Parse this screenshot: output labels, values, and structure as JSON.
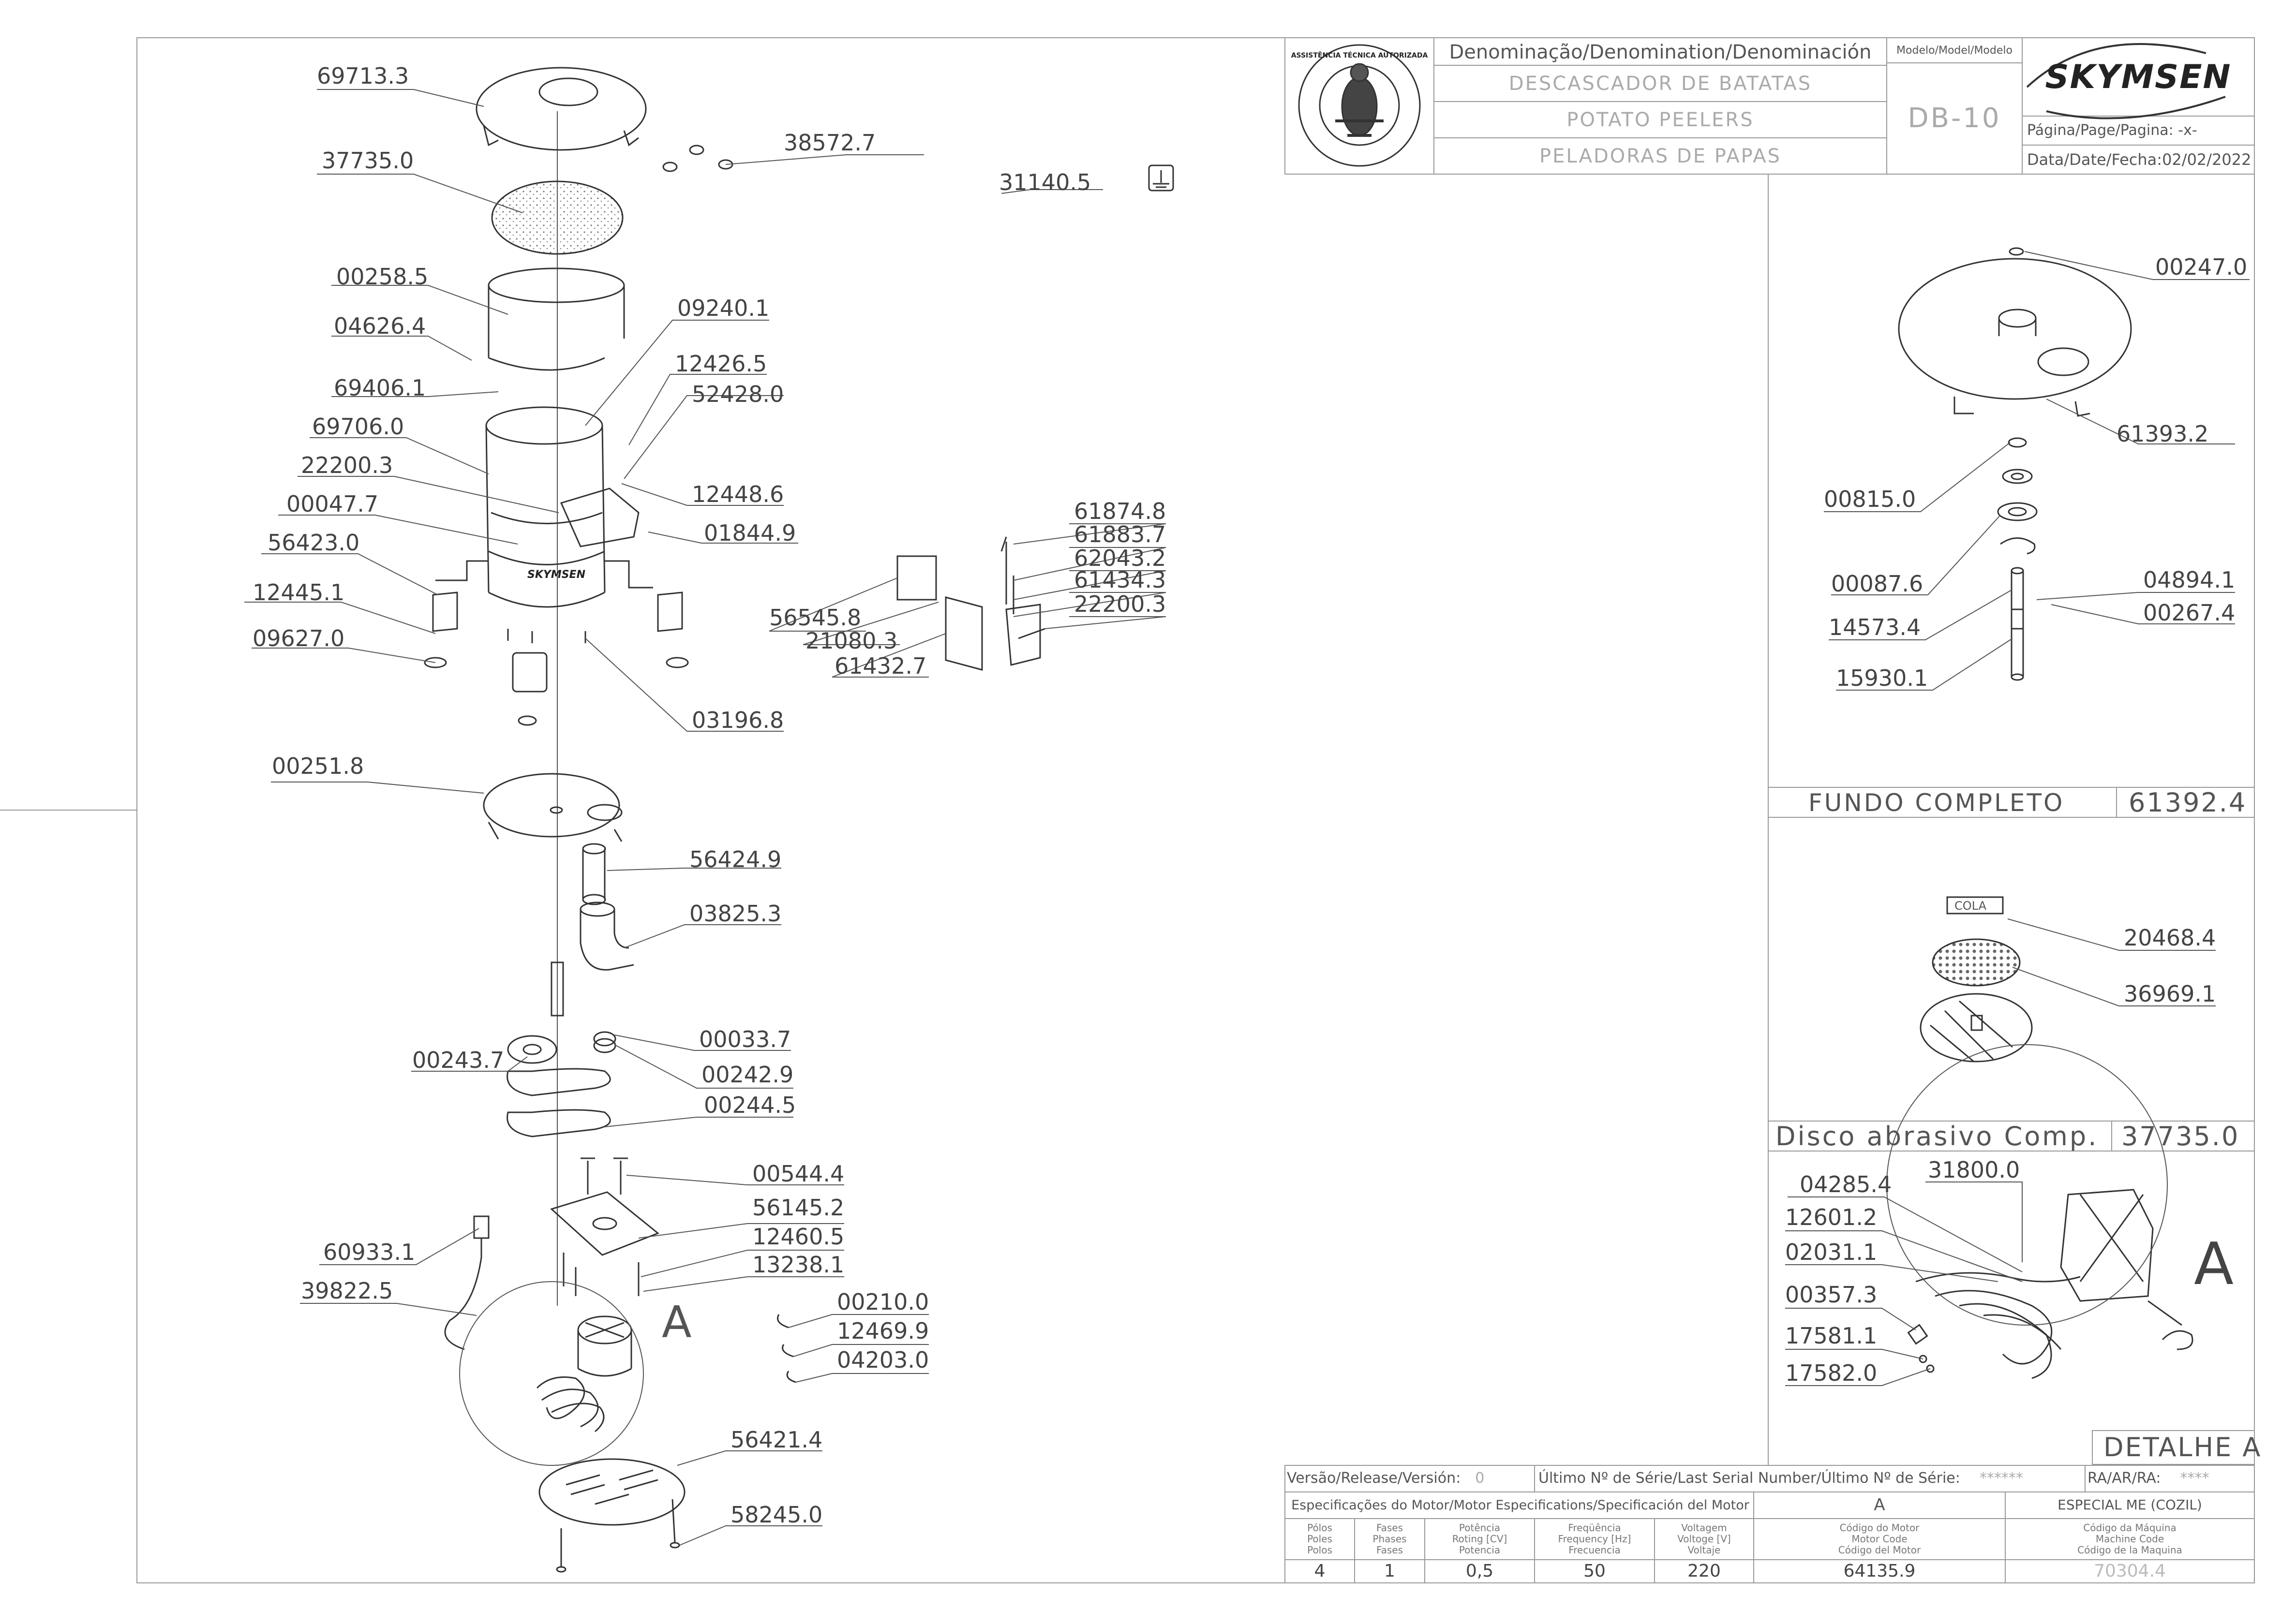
{
  "title_block": {
    "denomination_label": "Denominação/Denomination/Denominación",
    "names": [
      "DESCASCADOR DE BATATAS",
      "POTATO PEELERS",
      "PELADORAS DE PAPAS"
    ],
    "model_label": "Modelo/Model/Modelo",
    "model": "DB-10",
    "brand": "SKYMSEN",
    "page_label": "Página/Page/Pagina: -x-",
    "date_label": "Data/Date/Fecha:",
    "date": "02/02/2022",
    "seal_text": "ASSISTÊNCIA TÉCNICA AUTORIZADA"
  },
  "main_parts": [
    {
      "code": "69713.3"
    },
    {
      "code": "37735.0"
    },
    {
      "code": "38572.7"
    },
    {
      "code": "31140.5"
    },
    {
      "code": "00258.5"
    },
    {
      "code": "04626.4"
    },
    {
      "code": "09240.1"
    },
    {
      "code": "69406.1"
    },
    {
      "code": "12426.5"
    },
    {
      "code": "52428.0"
    },
    {
      "code": "69706.0"
    },
    {
      "code": "22200.3"
    },
    {
      "code": "12448.6"
    },
    {
      "code": "00047.7"
    },
    {
      "code": "01844.9"
    },
    {
      "code": "56423.0"
    },
    {
      "code": "12445.1"
    },
    {
      "code": "09627.0"
    },
    {
      "code": "03196.8"
    },
    {
      "code": "00251.8"
    },
    {
      "code": "56424.9"
    },
    {
      "code": "03825.3"
    },
    {
      "code": "00033.7"
    },
    {
      "code": "00243.7"
    },
    {
      "code": "00242.9"
    },
    {
      "code": "00244.5"
    },
    {
      "code": "00544.4"
    },
    {
      "code": "56145.2"
    },
    {
      "code": "12460.5"
    },
    {
      "code": "60933.1"
    },
    {
      "code": "13238.1"
    },
    {
      "code": "39822.5"
    },
    {
      "code": "00210.0"
    },
    {
      "code": "12469.9"
    },
    {
      "code": "04203.0"
    },
    {
      "code": "56421.4"
    },
    {
      "code": "58245.0"
    },
    {
      "code": "61874.8"
    },
    {
      "code": "61883.7"
    },
    {
      "code": "62043.2"
    },
    {
      "code": "61434.3"
    },
    {
      "code": "56545.8"
    },
    {
      "code": "22200.3"
    },
    {
      "code": "21080.3"
    },
    {
      "code": "61432.7"
    }
  ],
  "fundo": {
    "parts": [
      {
        "code": "00247.0"
      },
      {
        "code": "61393.2"
      },
      {
        "code": "00815.0"
      },
      {
        "code": "00087.6"
      },
      {
        "code": "04894.1"
      },
      {
        "code": "00267.4"
      },
      {
        "code": "14573.4"
      },
      {
        "code": "15930.1"
      }
    ],
    "title": "FUNDO COMPLETO",
    "code": "61392.4"
  },
  "disco": {
    "cola": "COLA",
    "parts": [
      {
        "code": "20468.4"
      },
      {
        "code": "36969.1"
      }
    ],
    "title": "Disco abrasivo Comp.",
    "code": "37735.0"
  },
  "detalhe": {
    "parts": [
      {
        "code": "31800.0"
      },
      {
        "code": "04285.4"
      },
      {
        "code": "12601.2"
      },
      {
        "code": "02031.1"
      },
      {
        "code": "00357.3"
      },
      {
        "code": "17581.1"
      },
      {
        "code": "17582.0"
      }
    ],
    "letter": "A",
    "title": "DETALHE A"
  },
  "callout_letter": "A",
  "motor_table": {
    "release_label": "Versão/Release/Versión:",
    "release": "0",
    "serial_label": "Último Nº de Série/Last Serial Number/Último Nº de Série:",
    "serial": "******",
    "ra_label": "RA/AR/RA:",
    "ra": "****",
    "spec_label": "Especificações do Motor/Motor Especifications/Specificación del Motor",
    "motor_variant": "A",
    "machine_variant": "ESPECIAL ME (COZIL)",
    "headers": [
      [
        "Pólos",
        "Poles",
        "Polos"
      ],
      [
        "Fases",
        "Phases",
        "Fases"
      ],
      [
        "Potência",
        "Roting [CV]",
        "Potencia"
      ],
      [
        "Freqüência",
        "Frequency [Hz]",
        "Frecuencia"
      ],
      [
        "Voltagem",
        "Voltoge [V]",
        "Voltaje"
      ],
      [
        "Código do Motor",
        "Motor Code",
        "Código del Motor"
      ],
      [
        "Código da Máquina",
        "Machine Code",
        "Código de la Maquina"
      ]
    ],
    "values": [
      "4",
      "1",
      "0,5",
      "50",
      "220",
      "64135.9",
      "70304.4"
    ]
  },
  "brand_mark_body": "SKYMSEN"
}
